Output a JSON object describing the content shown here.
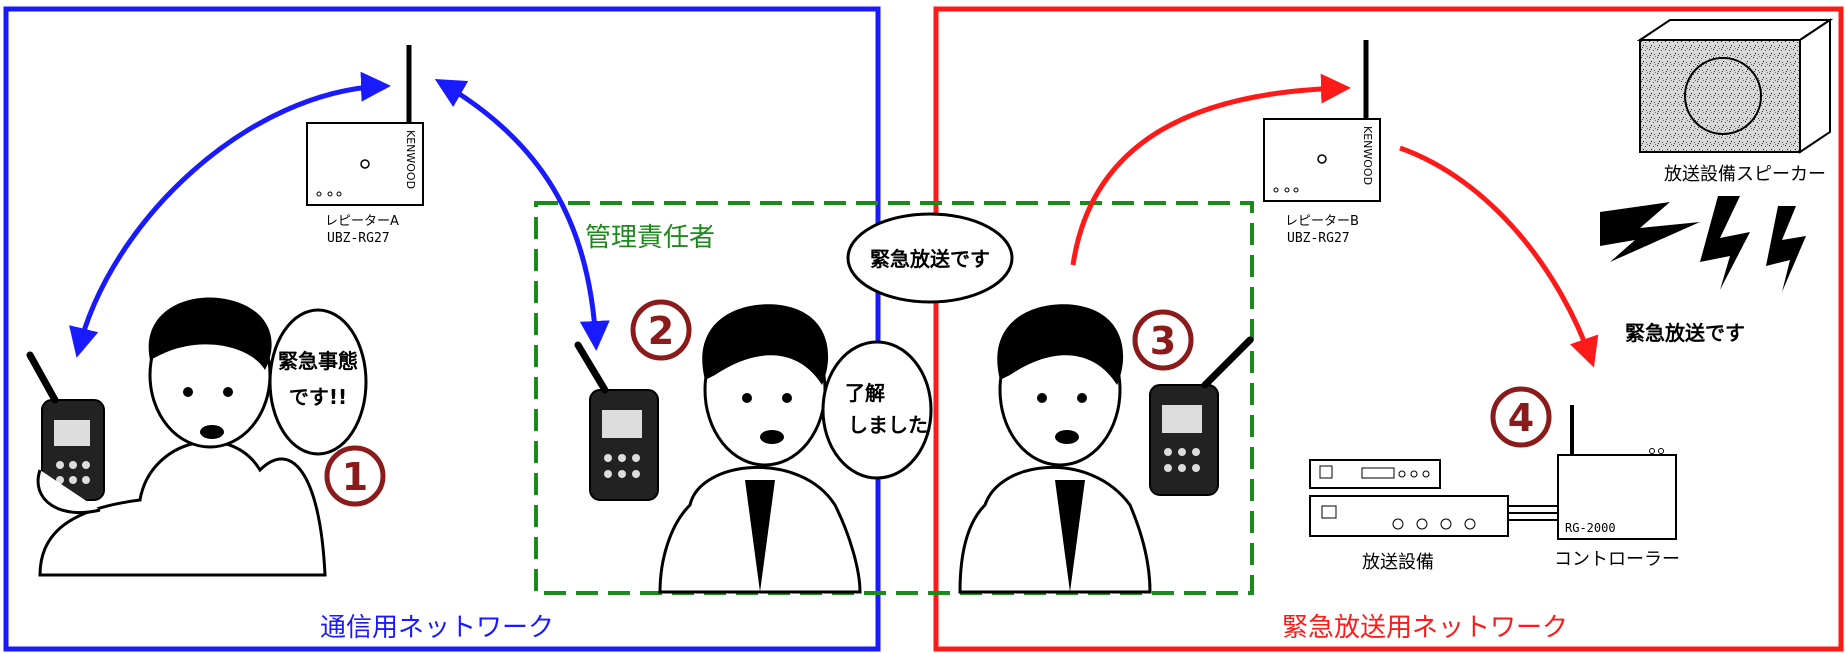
{
  "networks": {
    "left_title": "通信用ネットワーク",
    "right_title": "緊急放送用ネットワーク",
    "manager_label": "管理責任者"
  },
  "repeater_a": {
    "brand": "KENWOOD",
    "name": "レピーターA",
    "model": "UBZ-RG27"
  },
  "repeater_b": {
    "brand": "KENWOOD",
    "name": "レピーターB",
    "model": "UBZ-RG27"
  },
  "speech": {
    "p1_line1": "緊急事態",
    "p1_line2": "です!!",
    "p2_line1": "了解",
    "p2_line2": "しました",
    "p3": "緊急放送です",
    "speaker_announce": "緊急放送です"
  },
  "steps": {
    "s1": "1",
    "s2": "2",
    "s3": "3",
    "s4": "4"
  },
  "equipment": {
    "speaker_label": "放送設備スピーカー",
    "broadcast_label": "放送設備",
    "controller_model": "RG-2000",
    "controller_label": "コントローラー"
  },
  "colors": {
    "left_network": "#1a1aff",
    "right_network": "#ff1a1a",
    "manager_box": "#1a8a1a",
    "step_number": "#8b1a1a"
  }
}
